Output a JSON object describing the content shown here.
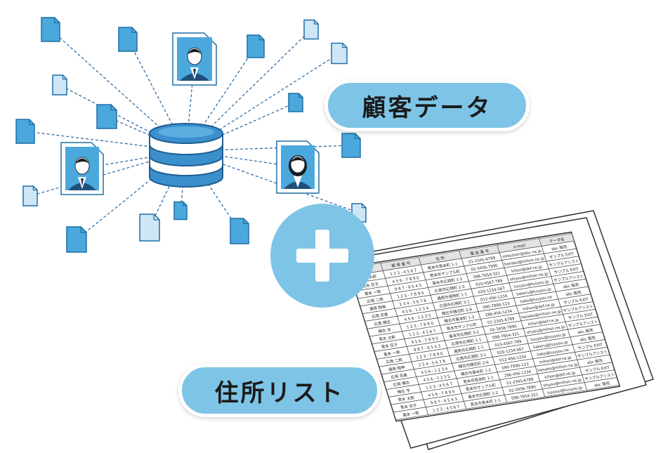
{
  "labels": {
    "customer_data": "顧客データ",
    "address_list": "住所リスト"
  },
  "table": {
    "headers": [
      "氏 名",
      "郵 便 番 号",
      "住 所",
      "電 話 番 号",
      "e-mail",
      "データ名"
    ],
    "rows": [
      [
        "見本 太郎",
        "1 2 3 - 4 5 6 7",
        "見本市見本町 1-1",
        "01-2345-6789",
        "mitsuhon@abc.ne.jp",
        "abc 販売"
      ],
      [
        "見本 花子",
        "4 5 6 - 7 8 9 0",
        "見本市サンプル町",
        "02-3456-7890",
        "hanako@mihon.ne.jp",
        "サンプル EXIT"
      ],
      [
        "基本 一郎",
        "9 8 7 - 6 5 4 3",
        "基本市応用町 1-2",
        "098-7654-321",
        "kihon@def.ne.jp",
        "サンプルアシスト"
      ],
      [
        "応用 二郎",
        "1 2 3 - 7 8 9 0",
        "応用市応用町 2-2",
        "010-4567-789",
        "ohyou@mihon.ne.jp",
        "サンプル EXIT"
      ],
      [
        "通用 翔伸",
        "2 3 4 - 5 6 7 8",
        "通用市通用町 1-1",
        "020-1234-567",
        "tuuyou@tuuyou.jp",
        "サンプルアシスト"
      ],
      [
        "応用 花美",
        "4 5 6 - 1 2 3 4",
        "応用市応用町 3-1",
        "012-456-1234",
        "kakeru@tuuyou.jp",
        "abc 販売"
      ],
      [
        "応用 輝古",
        "4 5 6 - 1 2 3 5",
        "輝古市輝古町 2-6",
        "090-7890-123",
        "kako@tuuyou.ne",
        "abc 販売"
      ],
      [
        "輝古 学",
        "1 2 3 - 7 8 9 0",
        "輝古市基本町 1-2",
        "286-456-1234",
        "mihon@def.ne.jp",
        "サンプル EXIT"
      ],
      [
        "見本 太郎",
        "1 2 3 - 4 5 6 7",
        "見本市サンプル町",
        "01-2345-6789",
        "hanako@mihon.ne.jp",
        "サンプルアシスト"
      ],
      [
        "見本 花子",
        "4 5 6 - 7 8 9 0",
        "基本市応用町 3-2",
        "02-3456-7890",
        "kihon@def.ne.jp",
        "サンプル EXIT"
      ],
      [
        "基本 一郎",
        "9 8 7 - 6 5 4 3",
        "応用市応用町 1-1",
        "098-7654-321",
        "ohyou@mihon.ne.jp",
        "サンプルアシスト"
      ],
      [
        "応用 二郎",
        "1 2 3 - 7 8 9 0",
        "通用市応用町 1-1",
        "010-4567-789",
        "tuuyou@tuuyou.jp",
        "abc 販売"
      ],
      [
        "通用 翔伸",
        "2 3 4 - 5 6 7 8",
        "応用市応用町 3-1",
        "020-1234-567",
        "kakeru@tuuyou.jp",
        "abc 販売"
      ],
      [
        "応用 花美",
        "4 5 6 - 1 2 3 4",
        "輝古市輝古町 2-6",
        "012-456-1234",
        "kako@tuuyou.ne",
        "サンプル EXIT"
      ],
      [
        "応用 輝古",
        "4 5 6 - 1 2 3 5",
        "輝古市基本町 1-2",
        "090-7890-123",
        "mihon@def.ne.jp",
        "サンプルアシスト"
      ],
      [
        "輝古 学",
        "1 2 3 - 4 5 6 7",
        "見本市見本町 1-1",
        "286-456-1234",
        "hanako@mihon.ne.jp",
        "abc 販売"
      ],
      [
        "見本 太郎",
        "4 5 6 - 7 8 9 0",
        "見本市サンプル町",
        "01-2345-6789",
        "kihon@def.ne.jp",
        "サンプル EXIT"
      ],
      [
        "見本 花子",
        "9 8 7 - 6 5 4 3",
        "基本市応用町 1-2",
        "02-3456-7890",
        "ohyou@mihon.ne.jp",
        "サンプルアシスト"
      ],
      [
        "基本 一郎",
        "1 2 3 - 4 5 6 7",
        "見本市見本町 1-1",
        "098-7654-321",
        "tuuyou@tuuyou.jp",
        "abc 販売"
      ]
    ]
  },
  "colors": {
    "doc_fill": "#4aa8dc",
    "doc_light": "#cfe6f6",
    "doc_stroke": "#1f6fa5",
    "db_dark": "#3a8fcc",
    "db_light": "#ffffff",
    "line": "#2f6ea8",
    "pill": "#7ec4e6",
    "plus_circle": "#7ec4e6"
  }
}
